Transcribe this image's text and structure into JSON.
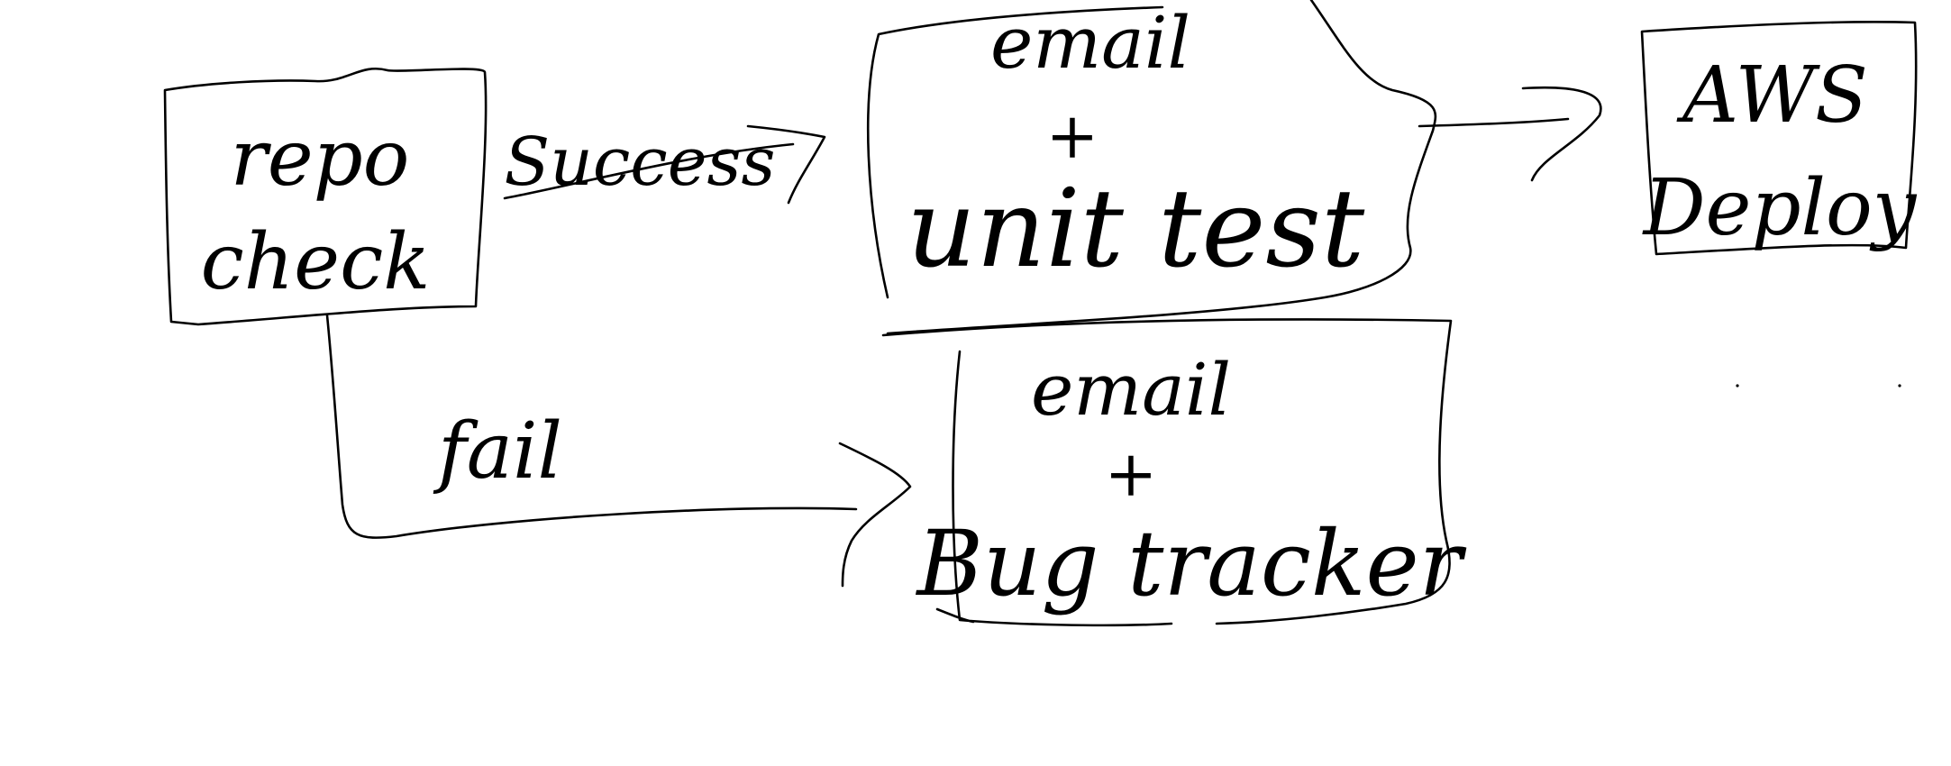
{
  "diagram": {
    "ink_color": "#000000",
    "background": "#ffffff",
    "nodes": {
      "repo_check": {
        "line1": "repo",
        "line2": "check"
      },
      "email_unit_test": {
        "line1": "email",
        "line2": "+",
        "line3": "unit test"
      },
      "aws_deploy": {
        "line1": "AWS",
        "line2": "Deploy"
      },
      "email_bug_tracker": {
        "line1": "email",
        "line2": "+",
        "line3": "Bug tracker"
      }
    },
    "edges": {
      "success": {
        "label": "Success"
      },
      "fail": {
        "label": "fail"
      }
    }
  }
}
